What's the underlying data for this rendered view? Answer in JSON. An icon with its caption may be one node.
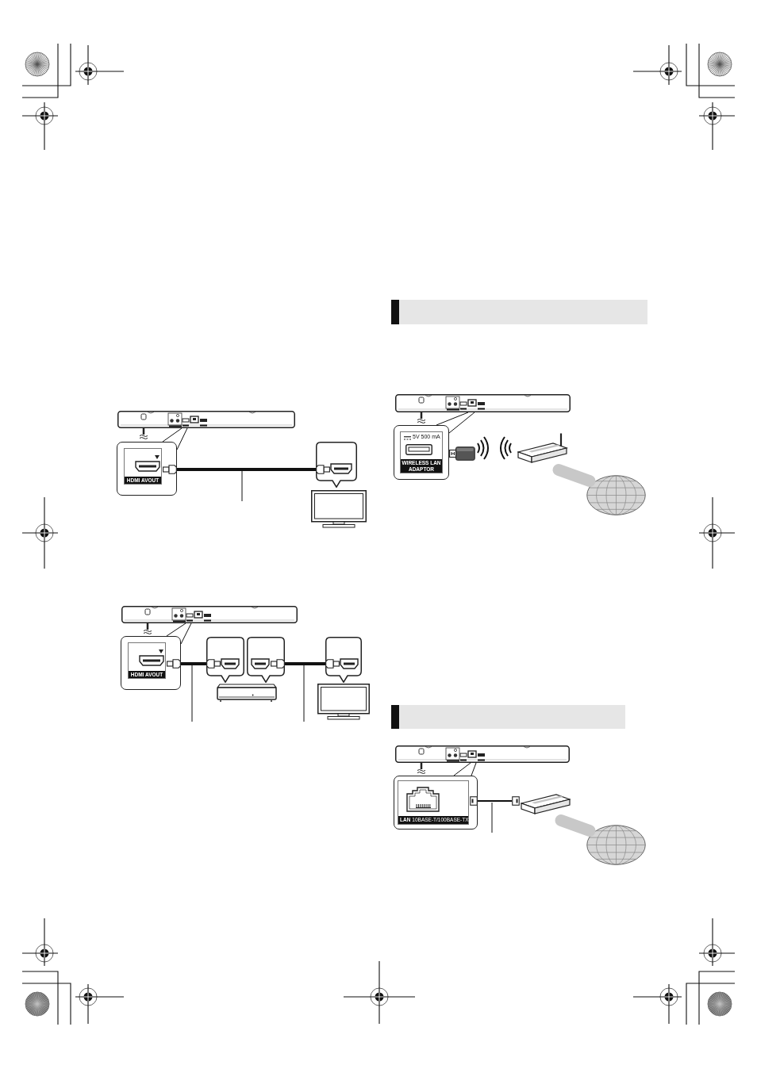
{
  "diagram": {
    "nodes": [
      {
        "text": [],
        "shape": "picture"
      },
      {
        "text": [
          "HDMI AVOUT"
        ]
      },
      {
        "text": [],
        "shape": "box"
      },
      {
        "text": [],
        "shape": "picture"
      },
      {
        "text": [],
        "shape": "picture"
      },
      {
        "text": [
          "HDMI AVOUT"
        ]
      },
      {
        "text": [],
        "shape": "box"
      },
      {
        "text": [],
        "shape": "box"
      },
      {
        "text": [],
        "shape": "picture"
      },
      {
        "text": [],
        "shape": "box"
      },
      {
        "text": [],
        "shape": "picture"
      },
      {
        "text": [],
        "shape": "picture"
      },
      {
        "text": [
          "5V 500 mA",
          "WIRELESS LAN ADAPTOR"
        ]
      },
      {
        "text": [],
        "shape": "picture"
      },
      {
        "text": [],
        "shape": "picture"
      },
      {
        "text": [],
        "shape": "globe"
      },
      {
        "text": [],
        "shape": "picture"
      },
      {
        "text": [
          "LAN",
          "10BASE-T/100BASE-TX"
        ]
      },
      {
        "text": [],
        "shape": "picture"
      },
      {
        "text": [],
        "shape": "globe"
      }
    ],
    "edges": [
      {
        "from": 0,
        "to": 1,
        "arrow": "none"
      },
      {
        "from": 1,
        "to": 2,
        "arrow": "none",
        "style": "thick"
      },
      {
        "from": 4,
        "to": 5,
        "arrow": "none"
      },
      {
        "from": 5,
        "to": 6,
        "arrow": "none",
        "style": "thick"
      },
      {
        "from": 7,
        "to": 9,
        "arrow": "none",
        "style": "thick"
      },
      {
        "from": 11,
        "to": 12,
        "arrow": "none"
      },
      {
        "from": 14,
        "to": 15,
        "arrow": "none",
        "style": "thick",
        "color": "#c8c8c8"
      },
      {
        "from": 16,
        "to": 17,
        "arrow": "none"
      },
      {
        "from": 17,
        "to": 18,
        "arrow": "none"
      },
      {
        "from": 18,
        "to": 19,
        "arrow": "none",
        "style": "thick",
        "color": "#c8c8c8"
      },
      {
        "from": 0,
        "to": 1,
        "arrow": "none"
      },
      {
        "from": 4,
        "to": 5,
        "arrow": "none"
      },
      {
        "from": 11,
        "to": 12,
        "arrow": "none"
      },
      {
        "from": 16,
        "to": 17,
        "arrow": "none"
      }
    ]
  }
}
